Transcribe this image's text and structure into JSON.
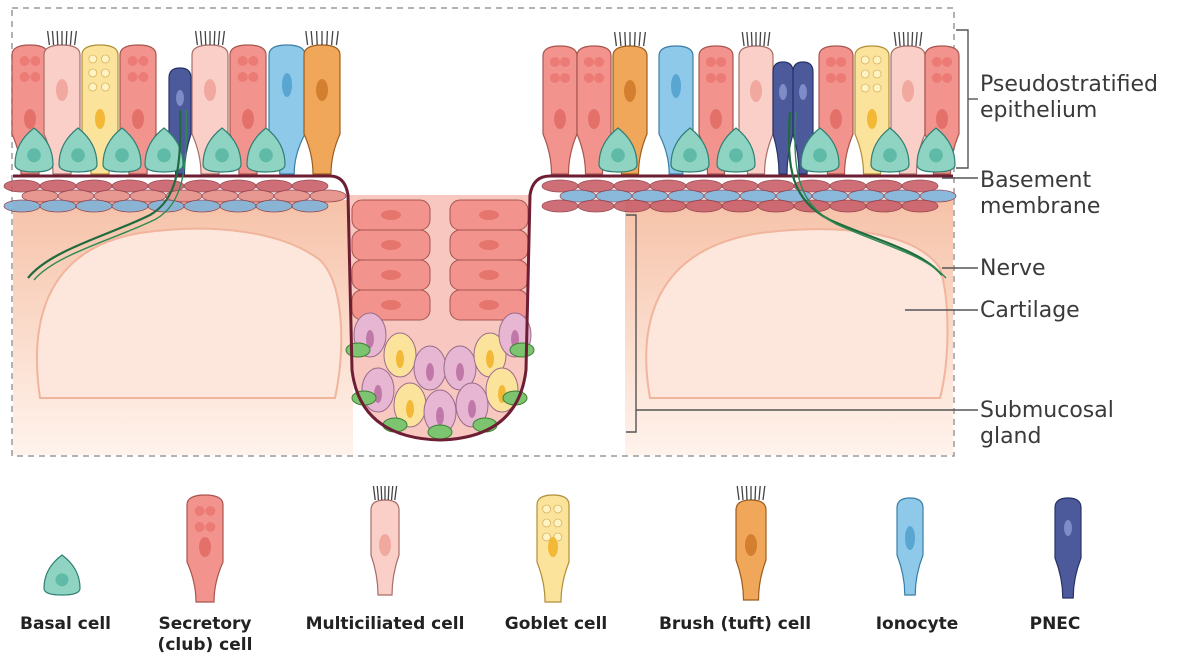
{
  "annotations": {
    "pseudostratified": [
      "Pseudostratified",
      "epithelium"
    ],
    "basement": [
      "Basement",
      "membrane"
    ],
    "nerve": "Nerve",
    "cartilage": "Cartilage",
    "submucosal": [
      "Submucosal",
      "gland"
    ]
  },
  "legend": [
    {
      "label_lines": [
        "Basal cell"
      ],
      "type": "basal",
      "fill": "#8fd3c2",
      "stroke": "#2f7f73"
    },
    {
      "label_lines": [
        "Secretory",
        "(club) cell"
      ],
      "type": "secretory",
      "fill": "#f3938d",
      "stroke": "#a85550"
    },
    {
      "label_lines": [
        "Multiciliated cell"
      ],
      "type": "multiciliated",
      "fill": "#f9cfc8",
      "stroke": "#a86e68"
    },
    {
      "label_lines": [
        "Goblet cell"
      ],
      "type": "goblet",
      "fill": "#fbe39c",
      "stroke": "#b08f3a"
    },
    {
      "label_lines": [
        "Brush (tuft) cell"
      ],
      "type": "brush",
      "fill": "#f0a75a",
      "stroke": "#9c5e20"
    },
    {
      "label_lines": [
        "Ionocyte"
      ],
      "type": "ionocyte",
      "fill": "#8ec9ea",
      "stroke": "#3a7ea6"
    },
    {
      "label_lines": [
        "PNEC"
      ],
      "type": "pnec",
      "fill": "#4c5a9c",
      "stroke": "#283369"
    }
  ],
  "colors": {
    "basement_membrane": "#6e1e33",
    "cartilage_fill": "#fde7dc",
    "submucosa": "#f9d2bd",
    "nerve": "#1f6b3e",
    "gland_cell": "#e6b6d3",
    "myoepithelial": "#7cc46f"
  }
}
